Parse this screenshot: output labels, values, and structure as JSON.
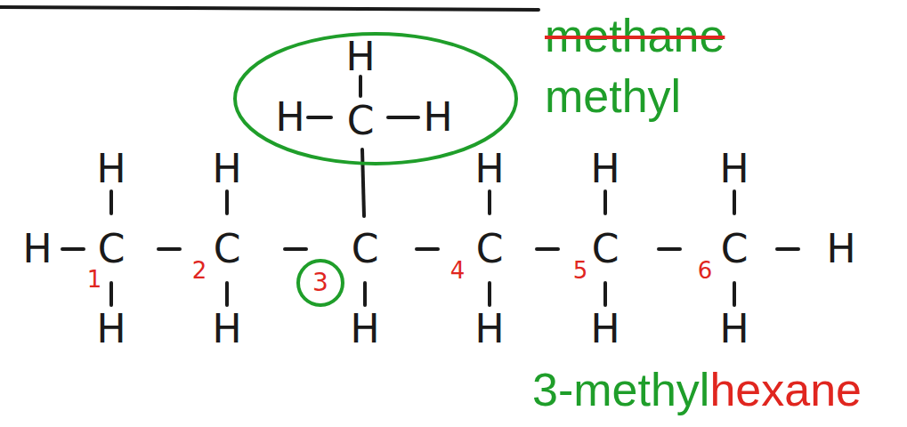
{
  "diagram": {
    "nodes": [
      {
        "text": [
          "H",
          "H",
          "C",
          "H"
        ]
      },
      {
        "text": [
          "3"
        ]
      }
    ],
    "labels": [
      "methane",
      "methyl",
      "H",
      "H",
      "H",
      "H",
      "H",
      "H",
      "C",
      "C",
      "C",
      "C",
      "C",
      "C",
      "H",
      "1",
      "2",
      "4",
      "5",
      "6",
      "H",
      "H",
      "H",
      "H",
      "H",
      "H",
      "3-methyl",
      "hexane"
    ]
  }
}
